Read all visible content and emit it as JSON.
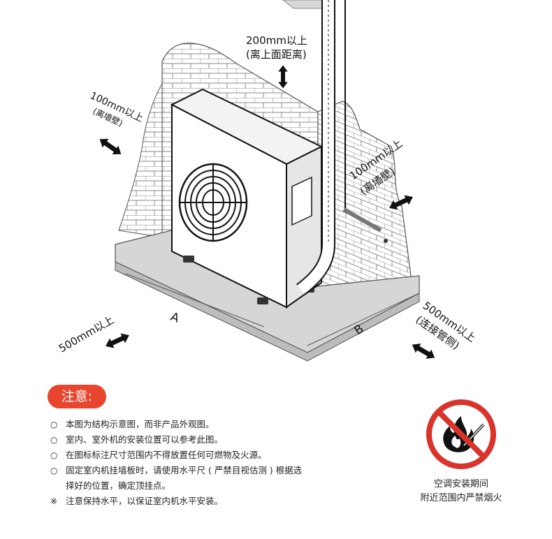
{
  "labels": {
    "top_clearance": "200mm以上",
    "top_clearance_note": "(离上面距离)",
    "left_clearance": "100mm以上",
    "left_clearance_note": "(离墙壁)",
    "right_clearance": "100mm以上",
    "right_clearance_note": "(离墙壁)",
    "front_clearance": "500mm以上",
    "pipe_clearance": "500mm以上",
    "pipe_clearance_note": "(连接管侧)",
    "dim_a": "A",
    "dim_b": "B"
  },
  "notice": {
    "title": "注意:",
    "items": [
      {
        "bullet": "○",
        "text": "本图为结构示意图，而非产品外观图。"
      },
      {
        "bullet": "○",
        "text": "室内、室外机的安装位置可以参考此图。"
      },
      {
        "bullet": "○",
        "text": "在图标标注尺寸范围内不得放置任何可燃物及火源。"
      },
      {
        "bullet": "○",
        "text": "固定室内机挂墙板时，请使用水平尺 ( 严禁目视估测 ) 根据选",
        "cont": "择好的位置，确定顶挂点。"
      },
      {
        "bullet": "※",
        "text": "注意保持水平，以保证室内机水平安装。"
      }
    ]
  },
  "sign": {
    "line1": "空调安装期间",
    "line2": "附近范围内严禁烟火"
  },
  "colors": {
    "accent": "#e8452f",
    "prohibition": "#d9332b"
  }
}
